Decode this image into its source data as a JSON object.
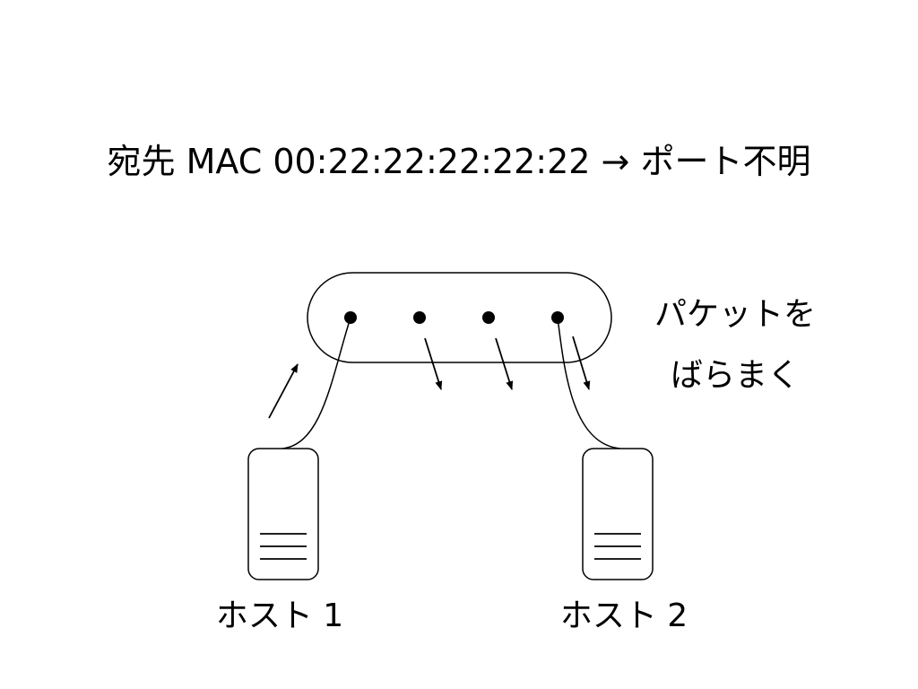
{
  "title": "宛先 MAC 00:22:22:22:22:22 → ポート不明",
  "switch": {
    "ports": [
      {
        "role": "ingress"
      },
      {
        "role": "flood"
      },
      {
        "role": "flood"
      },
      {
        "role": "flood"
      }
    ]
  },
  "annotation": {
    "line1": "パケットを",
    "line2": "ばらまく"
  },
  "hosts": [
    {
      "label": "ホスト 1"
    },
    {
      "label": "ホスト 2"
    }
  ]
}
